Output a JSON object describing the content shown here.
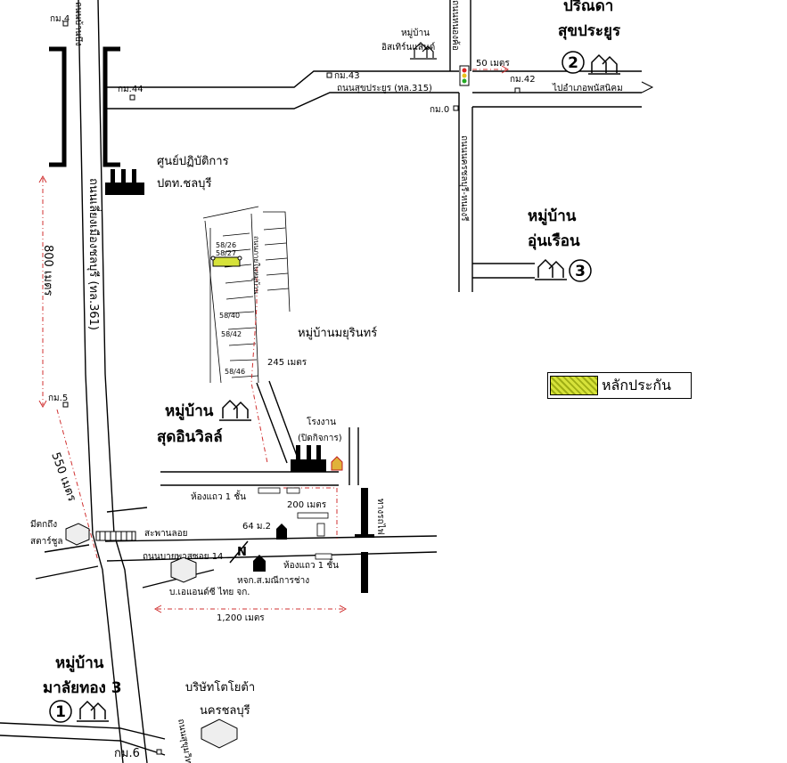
{
  "labels": {
    "km4": "กม.4",
    "km44": "กม.44",
    "km43": "กม.43",
    "km42": "กม.42",
    "km0": "กม.0",
    "km5": "กม.5",
    "km6": "กม.6",
    "road_banbueng": "ถนนบ้านบึง",
    "road_361": "ถนนเลี่ยงเมืองชลบุรี (ทล.361)",
    "road_sukprayoon": "ถนนสุขประยูร (ทล.315)",
    "road_nongkhor": "ถนนหนองค้อ",
    "road_nongri": "ถนนนครชลบุรี-หนองรี",
    "road_sukhumvit": "ถนนสุขุมวิท",
    "to_phanat": "ไปอำเภอพนัสนิคม",
    "distance_50": "50 เมตร",
    "distance_800": "800 เมตร",
    "distance_550": "550 เมตร",
    "distance_245": "245 เมตร",
    "distance_200": "200 เมตร",
    "distance_1200": "1,200 เมตร",
    "training_center_1": "ศูนย์ปฏิบัติการ",
    "training_center_2": "ปตท.ชลบุรี",
    "village_western_1": "หมู่บ้าน",
    "village_western_2": "อิสเทิร์นแลนด์",
    "village_2_1": "ปรีณดา",
    "village_2_2": "สุขประยูร",
    "village_2_num": "2",
    "village_3_1": "หมู่บ้าน",
    "village_3_2": "อุ่นเรือน",
    "village_3_num": "3",
    "village_mayurin": "หมู่บ้านมยุรินทร์",
    "village_sudin_1": "หมู่บ้าน",
    "village_sudin_2": "สุดอินวิลล์",
    "factory_1": "โรงงาน",
    "factory_2": "(ปิดกิจการ)",
    "rowhouse_a": "ห้องแถว 1 ชั้น",
    "rowhouse_b": "ห้องแถว 1 ชั้น",
    "bridge": "สะพานลอย",
    "soi14": "ถนนบายพาสซอย 14",
    "moo2": "64 ม.2",
    "mikkroong_1": "มีตกถึง",
    "mikkroong_2": "สตาร์ชูล",
    "railway": "ทางรถไฟ",
    "company_hh": "บ.เอแอนด์ซี ไทย จก.",
    "shop_sakol": "หจก.ส.มณีการช่าง",
    "village_1_1": "หมู่บ้าน",
    "village_1_2": "มาลัยทอง 3",
    "village_1_num": "1",
    "toyota_1": "บริษัทโตโยต้า",
    "toyota_2": "นครชลบุรี",
    "lot_5826": "58/26",
    "lot_5827": "58/27",
    "lot_5840": "58/40",
    "lot_5842": "58/42",
    "lot_5846": "58/46",
    "inner_road": "ถนนภายในหมู่บ้าน"
  },
  "legend": {
    "label": "หลักประกัน",
    "color": "#d6e23a"
  },
  "colors": {
    "route": "#d03030",
    "ink": "#000000"
  }
}
